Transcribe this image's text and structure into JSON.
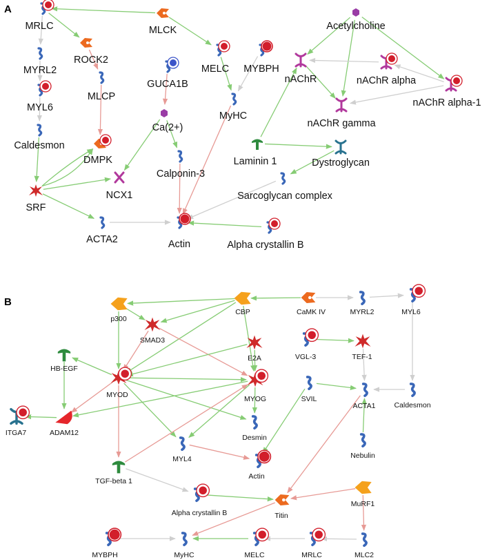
{
  "panels": {
    "a_label": "A",
    "b_label": "B"
  },
  "colors": {
    "activation_edge": "#86cc74",
    "inhibition_edge": "#e79a95",
    "neutral_edge": "#cfcfcf",
    "protein_blue": "#3a67b8",
    "kinase_orange": "#ec6a1f",
    "factor_orange": "#f5a11c",
    "tf_red": "#cf2a2a",
    "receptor_magenta": "#b1389c",
    "ligand_purple": "#9a3ca6",
    "ligand_green": "#2e8b3e",
    "receptor_teal": "#28728f",
    "marker_red": "#d21e2b",
    "marker_blue": "#3c55c9"
  },
  "panelA": {
    "nodes": [
      {
        "id": "MRLC",
        "label": "MRLC",
        "icon": "protein-icon",
        "marker": "red-hollow"
      },
      {
        "id": "MYRL2",
        "label": "MYRL2",
        "icon": "protein-icon"
      },
      {
        "id": "MYL6",
        "label": "MYL6",
        "icon": "protein-icon",
        "marker": "red-hollow"
      },
      {
        "id": "Caldesmon",
        "label": "Caldesmon",
        "icon": "protein-icon"
      },
      {
        "id": "ROCK2",
        "label": "ROCK2",
        "icon": "kinase-icon"
      },
      {
        "id": "MLCP",
        "label": "MLCP",
        "icon": "protein-icon"
      },
      {
        "id": "DMPK",
        "label": "DMPK",
        "icon": "kinase-icon",
        "marker": "red-hollow"
      },
      {
        "id": "SRF",
        "label": "SRF",
        "icon": "transcription-factor-icon"
      },
      {
        "id": "NCX1",
        "label": "NCX1",
        "icon": "channel-icon"
      },
      {
        "id": "ACTA2",
        "label": "ACTA2",
        "icon": "protein-icon"
      },
      {
        "id": "MLCK",
        "label": "MLCK",
        "icon": "kinase-icon"
      },
      {
        "id": "GUCA1B",
        "label": "GUCA1B",
        "icon": "protein-icon",
        "marker": "blue-hollow"
      },
      {
        "id": "Ca2",
        "label": "Ca(2+)",
        "icon": "compound-icon"
      },
      {
        "id": "Calponin3",
        "label": "Calponin-3",
        "icon": "protein-icon"
      },
      {
        "id": "Actin",
        "label": "Actin",
        "icon": "protein-icon",
        "marker": "red-solid"
      },
      {
        "id": "MELC",
        "label": "MELC",
        "icon": "protein-icon",
        "marker": "red-hollow"
      },
      {
        "id": "MYBPH",
        "label": "MYBPH",
        "icon": "protein-icon",
        "marker": "red-solid"
      },
      {
        "id": "MyHC",
        "label": "MyHC",
        "icon": "protein-icon"
      },
      {
        "id": "AlphaCrystallinB",
        "label": "Alpha crystallin B",
        "icon": "protein-icon",
        "marker": "red-hollow"
      },
      {
        "id": "Acetylcholine",
        "label": "Acetylcholine",
        "icon": "compound-icon"
      },
      {
        "id": "nAChR",
        "label": "nAChR",
        "icon": "receptor-icon"
      },
      {
        "id": "nAChRalpha",
        "label": "nAChR alpha",
        "icon": "receptor-icon",
        "marker": "red-hollow"
      },
      {
        "id": "nAChRalpha1",
        "label": "nAChR alpha-1",
        "icon": "receptor-icon",
        "marker": "red-hollow"
      },
      {
        "id": "nAChRgamma",
        "label": "nAChR gamma",
        "icon": "receptor-icon"
      },
      {
        "id": "Laminin1",
        "label": "Laminin 1",
        "icon": "ligand-icon"
      },
      {
        "id": "Dystroglycan",
        "label": "Dystroglycan",
        "icon": "receptor-icon"
      },
      {
        "id": "Sarcoglycan",
        "label": "Sarcoglycan complex",
        "icon": "protein-icon"
      }
    ]
  },
  "panelB": {
    "nodes": [
      {
        "id": "p300",
        "label": "p300",
        "icon": "factor-icon"
      },
      {
        "id": "CBP",
        "label": "CBP",
        "icon": "factor-icon"
      },
      {
        "id": "CaMKIV",
        "label": "CaMK IV",
        "icon": "kinase-icon"
      },
      {
        "id": "MYRL2",
        "label": "MYRL2",
        "icon": "protein-icon"
      },
      {
        "id": "MYL6",
        "label": "MYL6",
        "icon": "protein-icon",
        "marker": "red-hollow"
      },
      {
        "id": "SMAD3",
        "label": "SMAD3",
        "icon": "transcription-factor-icon"
      },
      {
        "id": "E2A",
        "label": "E2A",
        "icon": "transcription-factor-icon"
      },
      {
        "id": "HBEGF",
        "label": "HB-EGF",
        "icon": "ligand-icon"
      },
      {
        "id": "MYOD",
        "label": "MYOD",
        "icon": "transcription-factor-icon",
        "marker": "red-hollow"
      },
      {
        "id": "MYOG",
        "label": "MYOG",
        "icon": "transcription-factor-icon",
        "marker": "red-hollow"
      },
      {
        "id": "VGL3",
        "label": "VGL-3",
        "icon": "protein-icon",
        "marker": "red-hollow"
      },
      {
        "id": "TEF1",
        "label": "TEF-1",
        "icon": "transcription-factor-icon"
      },
      {
        "id": "SVIL",
        "label": "SVIL",
        "icon": "protein-icon"
      },
      {
        "id": "ACTA1",
        "label": "ACTA1",
        "icon": "protein-icon"
      },
      {
        "id": "Caldesmon",
        "label": "Caldesmon",
        "icon": "protein-icon"
      },
      {
        "id": "ITGA7",
        "label": "ITGA7",
        "icon": "receptor-icon",
        "marker": "red-hollow"
      },
      {
        "id": "ADAM12",
        "label": "ADAM12",
        "icon": "protease-icon"
      },
      {
        "id": "Desmin",
        "label": "Desmin",
        "icon": "protein-icon"
      },
      {
        "id": "Nebulin",
        "label": "Nebulin",
        "icon": "protein-icon"
      },
      {
        "id": "TGFbeta1",
        "label": "TGF-beta 1",
        "icon": "ligand-icon"
      },
      {
        "id": "MYL4",
        "label": "MYL4",
        "icon": "protein-icon"
      },
      {
        "id": "Actin",
        "label": "Actin",
        "icon": "protein-icon",
        "marker": "red-solid"
      },
      {
        "id": "MuRF1",
        "label": "MuRF1",
        "icon": "factor-icon"
      },
      {
        "id": "AlphaCrystallinB",
        "label": "Alpha crystallin B",
        "icon": "protein-icon",
        "marker": "red-hollow"
      },
      {
        "id": "Titin",
        "label": "Titin",
        "icon": "kinase-icon"
      },
      {
        "id": "MYBPH",
        "label": "MYBPH",
        "icon": "protein-icon",
        "marker": "red-solid"
      },
      {
        "id": "MyHC",
        "label": "MyHC",
        "icon": "protein-icon"
      },
      {
        "id": "MELC",
        "label": "MELC",
        "icon": "protein-icon",
        "marker": "red-hollow"
      },
      {
        "id": "MRLC",
        "label": "MRLC",
        "icon": "protein-icon",
        "marker": "red-hollow"
      },
      {
        "id": "MLC2",
        "label": "MLC2",
        "icon": "protein-icon"
      }
    ]
  }
}
